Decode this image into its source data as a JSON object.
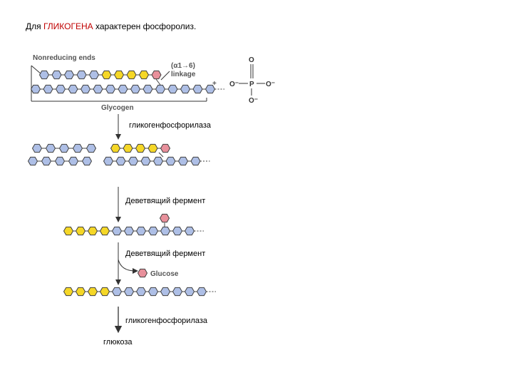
{
  "title": {
    "prefix": "Для",
    "highlight": "ГЛИКОГЕНА",
    "suffix": "характерен фосфоролиз."
  },
  "labels": {
    "nonreducing_ends": "Nonreducing ends",
    "linkage_line1": "(α1→6)",
    "linkage_line2": "linkage",
    "glycogen": "Glycogen",
    "plus": "+",
    "enzyme1": "гликогенфосфорилаза",
    "enzyme2": "Деветвящий фермент",
    "enzyme3": "Деветвящий фермент",
    "glucose": "Glucose",
    "enzyme4": "гликогенфосфорилаза",
    "product": "глюкоза"
  },
  "phosphate": {
    "o_top": "O",
    "o_left": "O⁻",
    "p": "P",
    "o_right": "O⁻",
    "o_bottom": "O⁻"
  },
  "colors": {
    "blue_unit": "#aebfe6",
    "yellow_unit": "#f5d727",
    "pink_unit": "#e8909b",
    "outline": "#404040",
    "title_highlight": "#c00000"
  }
}
